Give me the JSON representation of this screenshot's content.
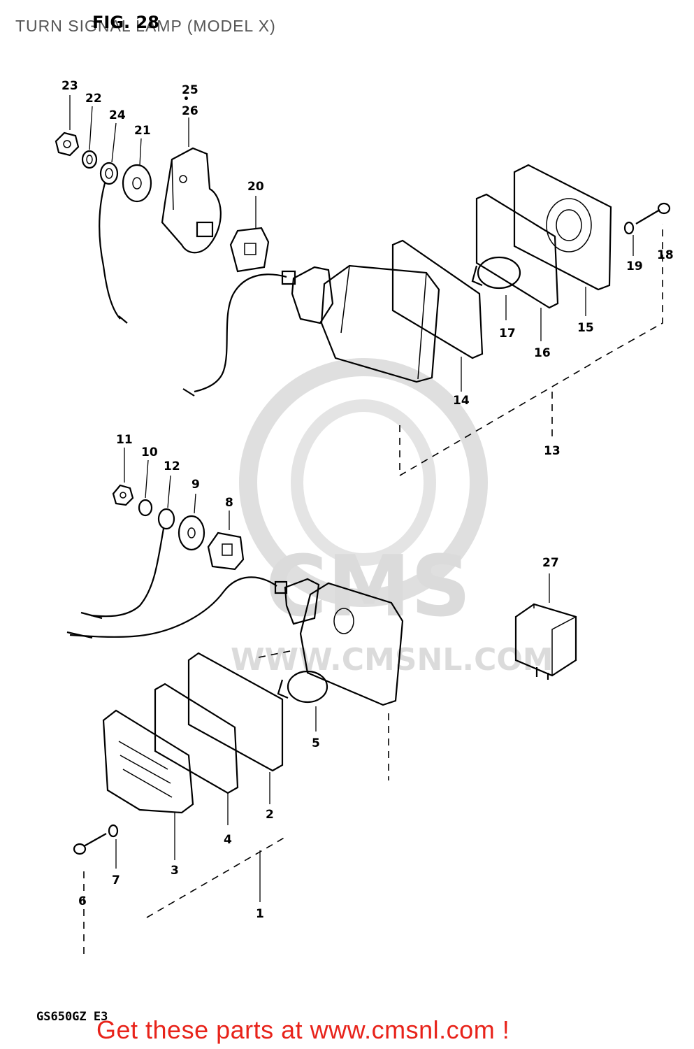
{
  "header": {
    "title": "TURN SIGNAL LAMP (MODEL X)",
    "fig_label": "FIG. 28"
  },
  "footer": {
    "model_code": "GS650GZ E3",
    "promo_text": "Get these parts at www.cmsnl.com !"
  },
  "watermark": {
    "brand": "CMS",
    "url": "WWW.CMSNL.COM"
  },
  "parts": {
    "p1": "1",
    "p2": "2",
    "p3": "3",
    "p4": "4",
    "p5": "5",
    "p6": "6",
    "p7": "7",
    "p8": "8",
    "p9": "9",
    "p10": "10",
    "p11": "11",
    "p12": "12",
    "p13": "13",
    "p14": "14",
    "p15": "15",
    "p16": "16",
    "p17": "17",
    "p18": "18",
    "p19": "19",
    "p20": "20",
    "p21": "21",
    "p22": "22",
    "p23": "23",
    "p24": "24",
    "p25": "25",
    "p26": "26",
    "p27": "27"
  },
  "colors": {
    "promo": "#e8231a",
    "watermark": "#d8d8d8",
    "ink": "#000000"
  }
}
